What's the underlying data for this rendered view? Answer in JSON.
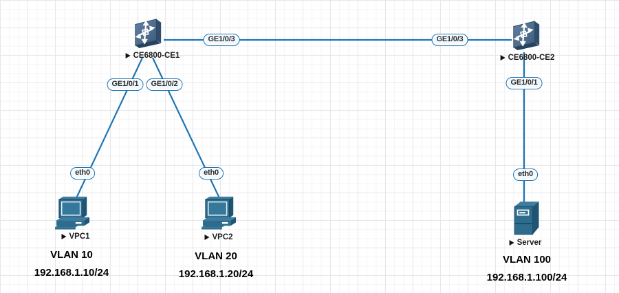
{
  "canvas": {
    "colors": {
      "link": "#1b75b5",
      "device_teal": "#2d6c8c",
      "switch_slate": "#3c5a7c",
      "pill_border": "#1a73b3",
      "pill_fill": "#f2f8fd"
    }
  },
  "devices": {
    "ce1": {
      "label": "CE6800-CE1"
    },
    "ce2": {
      "label": "CE6800-CE2"
    },
    "vpc1": {
      "label": "VPC1"
    },
    "vpc2": {
      "label": "VPC2"
    },
    "server": {
      "label": "Server"
    }
  },
  "ports": {
    "ce1_to_ce2": "GE1/0/3",
    "ce2_to_ce1": "GE1/0/3",
    "ce1_to_vpc1": "GE1/0/1",
    "ce1_to_vpc2": "GE1/0/2",
    "ce2_to_server": "GE1/0/1",
    "vpc1_nic": "eth0",
    "vpc2_nic": "eth0",
    "server_nic": "eth0"
  },
  "annotations": {
    "vpc1": {
      "vlan": "VLAN 10",
      "ip": "192.168.1.10/24"
    },
    "vpc2": {
      "vlan": "VLAN 20",
      "ip": "192.168.1.20/24"
    },
    "server": {
      "vlan": "VLAN 100",
      "ip": "192.168.1.100/24"
    }
  }
}
